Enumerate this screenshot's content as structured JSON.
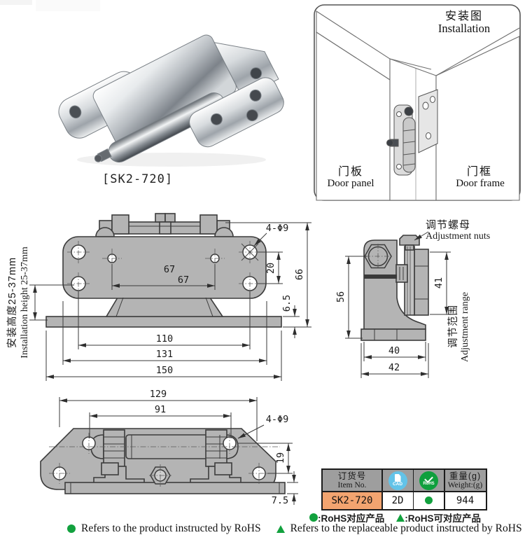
{
  "photo": {
    "caption": "[SK2-720]"
  },
  "installation": {
    "title_zh": "安装图",
    "title_en": "Installation",
    "door_panel_zh": "门板",
    "door_panel_en": "Door panel",
    "door_frame_zh": "门框",
    "door_frame_en": "Door frame"
  },
  "front_view": {
    "holes_label": "4-Φ9",
    "d67_upper": "67",
    "d67_lower": "67",
    "d110": "110",
    "d131": "131",
    "d150": "150",
    "d20": "20",
    "d66": "66",
    "d6_5": "6.5",
    "height_zh": "安装高度25-37mm",
    "height_en": "Installation height 25-37mm"
  },
  "side_view": {
    "adjust_nuts_zh": "调节螺母",
    "adjust_nuts_en": "Adjustment nuts",
    "adjust_range_zh": "调节范围",
    "adjust_range_en": "Adjustment range",
    "d56": "56",
    "d41": "41",
    "d40": "40",
    "d42": "42"
  },
  "top_view": {
    "holes_label": "4-Φ9",
    "d129": "129",
    "d91": "91",
    "d19": "19",
    "d7_5": "7.5"
  },
  "spec_table": {
    "item_header_zh": "订货号",
    "item_header_en": "Item No.",
    "cad_icon_label": "CAD",
    "rohs_icon_label": "RoHS",
    "weight_header_zh": "重量(g)",
    "weight_header_en": "Weight:(g)",
    "item_no": "SK2-720",
    "cad_value": "2D",
    "weight_value": "944"
  },
  "legend": {
    "zh_dot": ":RoHS对应产品",
    "zh_triangle": ":RoHS可对应产品",
    "en_dot": "Refers to the product instructed by RoHS",
    "en_triangle": "Refers to the replaceable product instructed by RoHS"
  },
  "colors": {
    "drawing_fill": "#b4b4b4",
    "line": "#3c3c3c",
    "accent_orange": "#f2a470",
    "header_gray": "#9e9e9e",
    "rohs_green": "#12a13e",
    "cad_blue": "#63c3e8"
  }
}
